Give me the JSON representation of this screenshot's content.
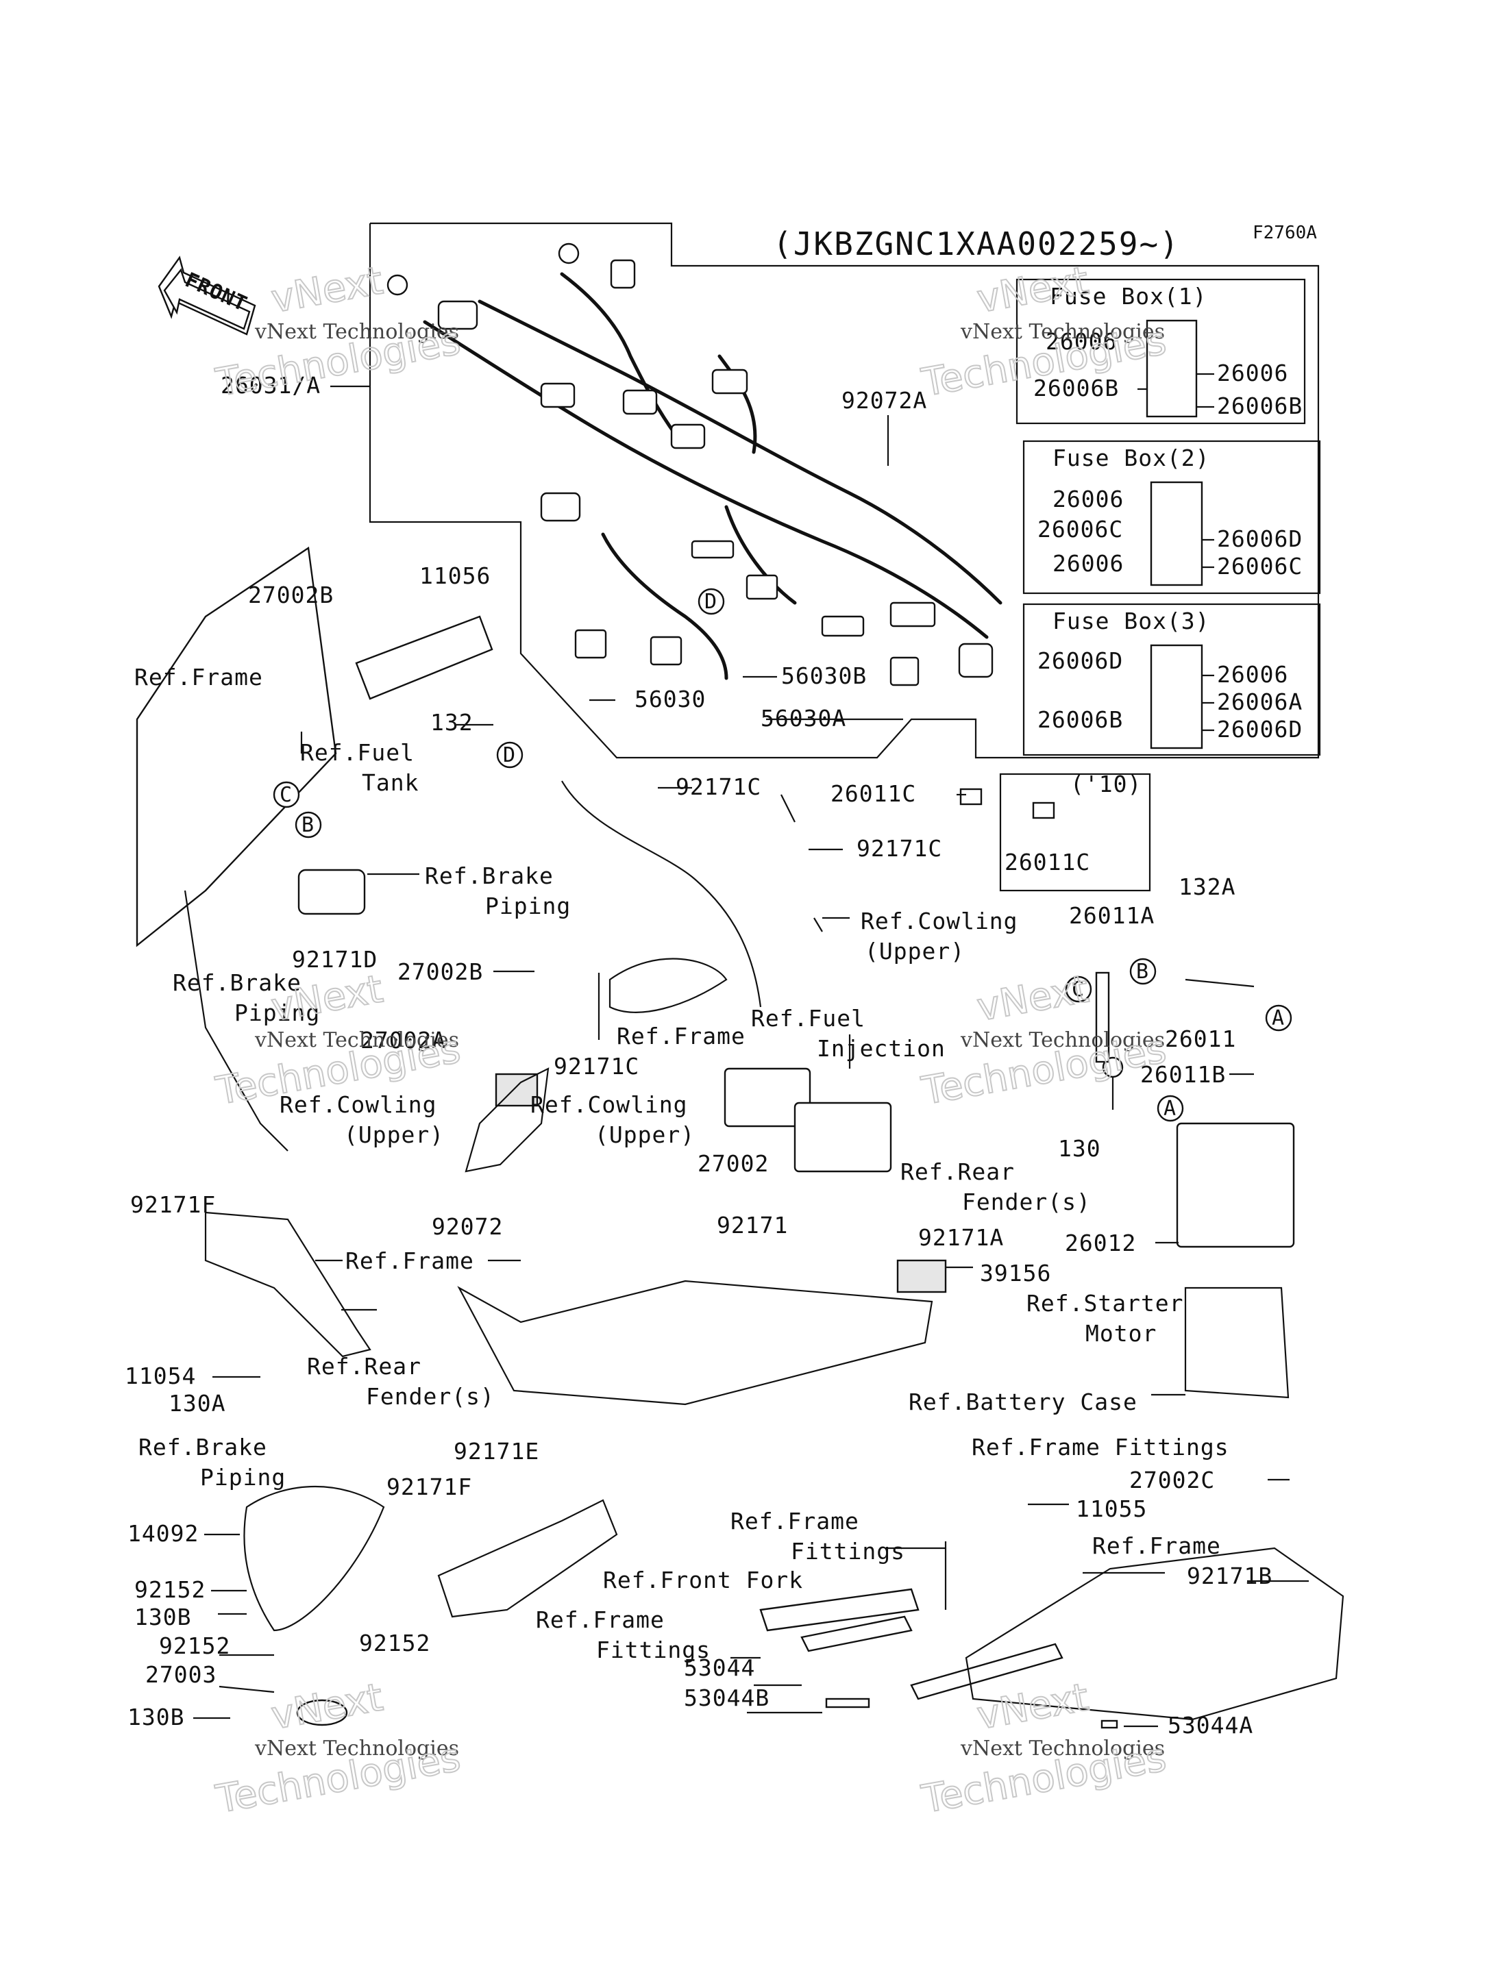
{
  "header": {
    "serial_range": "(JKBZGNC1XAA002259~)",
    "figure_code": "F2760A",
    "front_label": "FRONT"
  },
  "watermark": {
    "company": "vNext Technologies",
    "word1": "vNext",
    "word2": "Technologies"
  },
  "fuse_boxes": [
    {
      "title": "Fuse Box(1)",
      "labels_left": [
        "26006",
        "26006B"
      ],
      "labels_right": [
        "26006",
        "26006B"
      ]
    },
    {
      "title": "Fuse Box(2)",
      "labels_left": [
        "26006",
        "26006C",
        "26006"
      ],
      "labels_right": [
        "26006D",
        "26006C"
      ]
    },
    {
      "title": "Fuse Box(3)",
      "labels_left": [
        "26006D",
        "26006B"
      ],
      "labels_right": [
        "26006",
        "26006A",
        "26006D"
      ]
    }
  ],
  "callouts": {
    "c_26031A": "26031/A",
    "c_92072A": "92072A",
    "c_27002B_1": "27002B",
    "c_11056": "11056",
    "c_56030": "56030",
    "c_56030B": "56030B",
    "c_56030A": "56030A",
    "c_ref_frame_1": "Ref.Frame",
    "c_132": "132",
    "c_ref_fuel_tank_1": "Ref.Fuel",
    "c_ref_fuel_tank_2": "Tank",
    "c_92171C_1": "92171C",
    "c_26011C_1": "26011C",
    "c_year": "('10)",
    "c_26011C_2": "26011C",
    "c_92171C_2": "92171C",
    "c_ref_brake_piping_1a": "Ref.Brake",
    "c_ref_brake_piping_1b": "Piping",
    "c_92171D": "92171D",
    "c_ref_cowling_1a": "Ref.Cowling",
    "c_ref_cowling_1b": "(Upper)",
    "c_26011A": "26011A",
    "c_132A": "132A",
    "c_ref_brake_piping_2a": "Ref.Brake",
    "c_ref_brake_piping_2b": "Piping",
    "c_27002B_2": "27002B",
    "c_27002A": "27002A",
    "c_92171C_3": "92171C",
    "c_ref_frame_2": "Ref.Frame",
    "c_ref_fuel_inj_a": "Ref.Fuel",
    "c_ref_fuel_inj_b": "Injection",
    "c_26011": "26011",
    "c_26011B": "26011B",
    "c_ref_cowling_2a": "Ref.Cowling",
    "c_ref_cowling_2b": "(Upper)",
    "c_ref_cowling_3a": "Ref.Cowling",
    "c_ref_cowling_3b": "(Upper)",
    "c_27002": "27002",
    "c_130_1": "130",
    "c_92171F_1": "92171F",
    "c_ref_rear_fender_1a": "Ref.Rear",
    "c_ref_rear_fender_1b": "Fender(s)",
    "c_92072": "92072",
    "c_92171": "92171",
    "c_92171A": "92171A",
    "c_26012": "26012",
    "c_ref_frame_3": "Ref.Frame",
    "c_39156": "39156",
    "c_ref_starter_a": "Ref.Starter",
    "c_ref_starter_b": "Motor",
    "c_ref_rear_fender_2a": "Ref.Rear",
    "c_ref_rear_fender_2b": "Fender(s)",
    "c_11054": "11054",
    "c_130A": "130A",
    "c_ref_battery_case": "Ref.Battery Case",
    "c_ref_brake_piping_3a": "Ref.Brake",
    "c_ref_brake_piping_3b": "Piping",
    "c_92171E": "92171E",
    "c_92171F_2": "92171F",
    "c_ref_frame_fittings_1": "Ref.Frame Fittings",
    "c_27002C": "27002C",
    "c_14092": "14092",
    "c_ref_frame_fittings_2a": "Ref.Frame",
    "c_ref_frame_fittings_2b": "Fittings",
    "c_11055": "11055",
    "c_ref_frame_4": "Ref.Frame",
    "c_92171B": "92171B",
    "c_ref_front_fork": "Ref.Front Fork",
    "c_92152_1": "92152",
    "c_130B_1": "130B",
    "c_ref_frame_fittings_3a": "Ref.Frame",
    "c_ref_frame_fittings_3b": "Fittings",
    "c_92152_2": "92152",
    "c_92152_3": "92152",
    "c_27003": "27003",
    "c_53044": "53044",
    "c_53044B": "53044B",
    "c_130B_2": "130B",
    "c_53044A": "53044A"
  },
  "markers": [
    "A",
    "B",
    "C",
    "D"
  ]
}
